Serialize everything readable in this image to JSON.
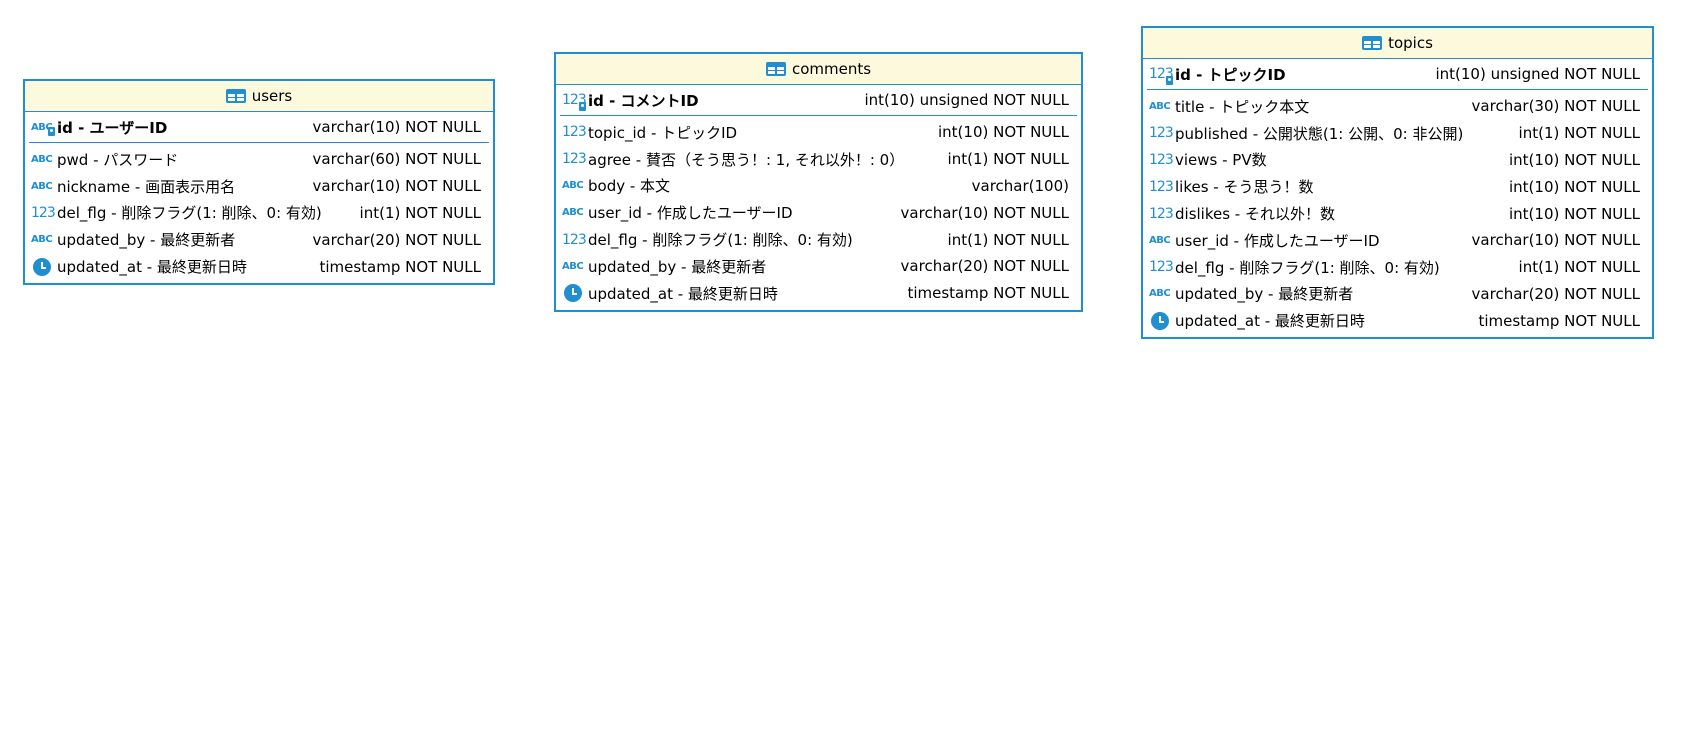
{
  "tables": [
    {
      "name": "users",
      "pk": {
        "icon": "abc-key-icon",
        "name": "id - ユーザーID",
        "type": "varchar(10) NOT NULL"
      },
      "columns": [
        {
          "icon": "abc-icon",
          "name": "pwd - パスワード",
          "type": "varchar(60) NOT NULL"
        },
        {
          "icon": "abc-icon",
          "name": "nickname - 画面表示用名",
          "type": "varchar(10) NOT NULL"
        },
        {
          "icon": "number-icon",
          "name": "del_flg - 削除フラグ(1: 削除、0: 有効)",
          "type": "int(1) NOT NULL"
        },
        {
          "icon": "abc-icon",
          "name": "updated_by - 最終更新者",
          "type": "varchar(20) NOT NULL"
        },
        {
          "icon": "clock-icon",
          "name": "updated_at - 最終更新日時",
          "type": "timestamp NOT NULL"
        }
      ]
    },
    {
      "name": "comments",
      "pk": {
        "icon": "number-key-icon",
        "name": "id - コメントID",
        "type": "int(10) unsigned NOT NULL"
      },
      "columns": [
        {
          "icon": "number-icon",
          "name": "topic_id - トピックID",
          "type": "int(10) NOT NULL"
        },
        {
          "icon": "number-icon",
          "name": "agree - 賛否（そう思う！: 1, それ以外！: 0）",
          "type": "int(1) NOT NULL"
        },
        {
          "icon": "abc-icon",
          "name": "body - 本文",
          "type": "varchar(100)"
        },
        {
          "icon": "abc-icon",
          "name": "user_id - 作成したユーザーID",
          "type": "varchar(10) NOT NULL"
        },
        {
          "icon": "number-icon",
          "name": "del_flg - 削除フラグ(1: 削除、0: 有効)",
          "type": "int(1) NOT NULL"
        },
        {
          "icon": "abc-icon",
          "name": "updated_by - 最終更新者",
          "type": "varchar(20) NOT NULL"
        },
        {
          "icon": "clock-icon",
          "name": "updated_at - 最終更新日時",
          "type": "timestamp NOT NULL"
        }
      ]
    },
    {
      "name": "topics",
      "pk": {
        "icon": "number-key-icon",
        "name": "id - トピックID",
        "type": "int(10) unsigned NOT NULL"
      },
      "columns": [
        {
          "icon": "abc-icon",
          "name": "title - トピック本文",
          "type": "varchar(30) NOT NULL"
        },
        {
          "icon": "number-icon",
          "name": "published - 公開状態(1: 公開、0: 非公開)",
          "type": "int(1) NOT NULL"
        },
        {
          "icon": "number-icon",
          "name": "views - PV数",
          "type": "int(10) NOT NULL"
        },
        {
          "icon": "number-icon",
          "name": "likes - そう思う！数",
          "type": "int(10) NOT NULL"
        },
        {
          "icon": "number-icon",
          "name": "dislikes - それ以外！数",
          "type": "int(10) NOT NULL"
        },
        {
          "icon": "abc-icon",
          "name": "user_id - 作成したユーザーID",
          "type": "varchar(10) NOT NULL"
        },
        {
          "icon": "number-icon",
          "name": "del_flg - 削除フラグ(1: 削除、0: 有効)",
          "type": "int(1) NOT NULL"
        },
        {
          "icon": "abc-icon",
          "name": "updated_by - 最終更新者",
          "type": "varchar(20) NOT NULL"
        },
        {
          "icon": "clock-icon",
          "name": "updated_at - 最終更新日時",
          "type": "timestamp NOT NULL"
        }
      ]
    }
  ],
  "colors": {
    "border": "#1f8fd1",
    "header_bg": "#fdf9dd",
    "icon": "#1f8fd1"
  }
}
